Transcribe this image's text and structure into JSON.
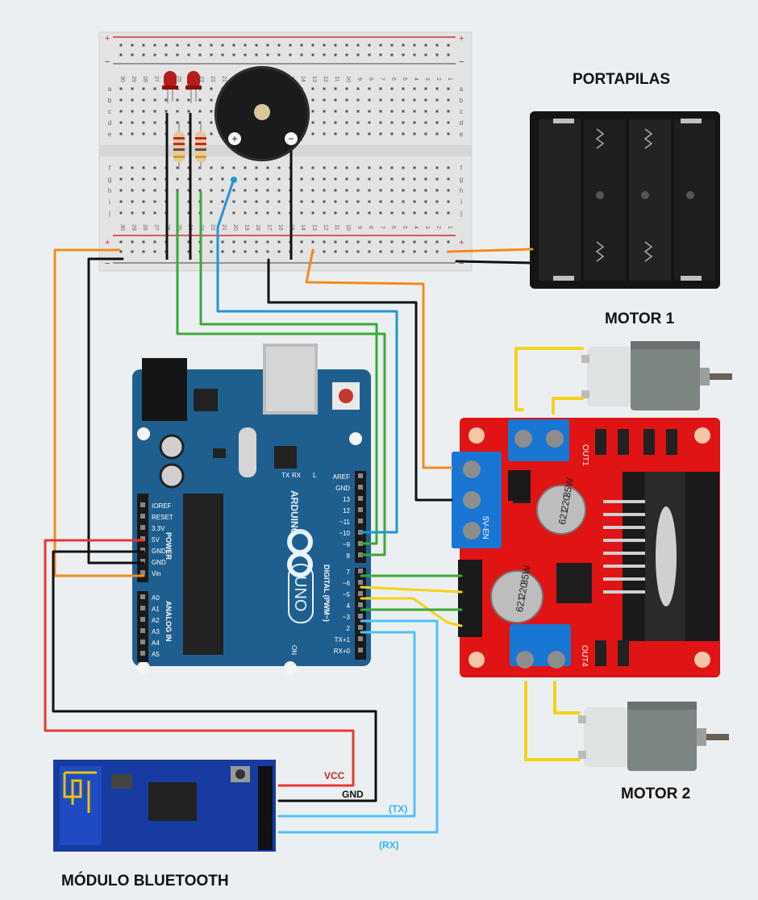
{
  "labels": {
    "battery_holder": "PORTAPILAS",
    "motor1": "MOTOR 1",
    "motor2": "MOTOR 2",
    "bluetooth": "MÓDULO BLUETOOTH",
    "vcc": "VCC",
    "gnd": "GND",
    "tx": "(TX)",
    "rx": "(RX)"
  },
  "arduino": {
    "brand": "ARDUINO",
    "model": "UNO",
    "power_header": "POWER",
    "analog_header": "ANALOG IN",
    "digital_header": "DIGITAL (PWM~)",
    "power_pins": [
      "IOREF",
      "RESET",
      "3.3V",
      "5V",
      "GND",
      "GND",
      "Vin"
    ],
    "analog_pins": [
      "A0",
      "A1",
      "A2",
      "A3",
      "A4",
      "A5"
    ],
    "digital_pins": [
      "AREF",
      "GND",
      "13",
      "12",
      "~11",
      "~10",
      "~9",
      "8",
      "7",
      "~6",
      "~5",
      "4",
      "~3",
      "2",
      "TX+1",
      "RX+0"
    ],
    "on_label": "ON",
    "tx_label": "TX",
    "rx_label": "RX",
    "l_label": "L"
  },
  "breadboard": {
    "columns": [
      "30",
      "29",
      "28",
      "27",
      "26",
      "25",
      "24",
      "23",
      "22",
      "21",
      "20",
      "19",
      "18",
      "17",
      "16",
      "15",
      "14",
      "13",
      "12",
      "11",
      "10",
      "9",
      "8",
      "7",
      "6",
      "5",
      "4",
      "3",
      "2",
      "1"
    ],
    "rows_top": [
      "a",
      "b",
      "c",
      "d",
      "e"
    ],
    "rows_bottom": [
      "f",
      "g",
      "h",
      "i",
      "j"
    ],
    "rail_plus": "+",
    "rail_minus": "−"
  },
  "driver": {
    "out1": "OUT1",
    "out4": "OUT4",
    "cap_text": [
      "621",
      "220",
      "35W"
    ],
    "jumper_label": "5V-EN"
  },
  "buzzer": {
    "plus": "+",
    "minus": "−"
  },
  "colors": {
    "arduino": "#1f5f8f",
    "driver": "#e01414",
    "wire_orange": "#f28c1b",
    "wire_black": "#111111",
    "wire_green": "#3aa83a",
    "wire_blue": "#2196d3",
    "wire_lightblue": "#4fc3f7",
    "wire_yellow": "#f5d219",
    "wire_red": "#e53935"
  }
}
